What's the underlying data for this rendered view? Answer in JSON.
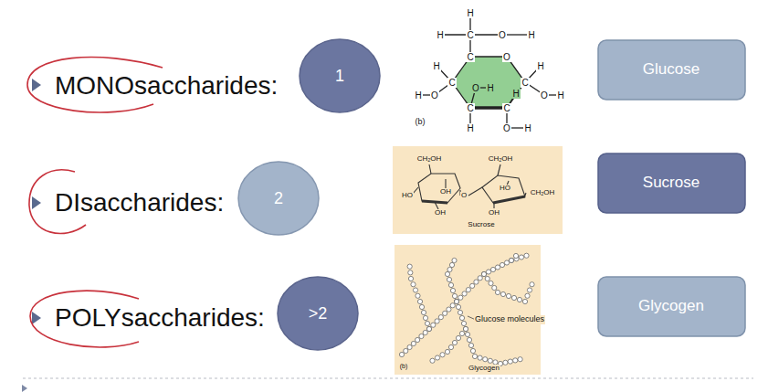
{
  "diagram": {
    "nodes": [
      {
        "text": [
          "1"
        ]
      },
      {
        "text": [
          "Glucose"
        ]
      },
      {
        "text": [
          "2"
        ]
      },
      {
        "text": [
          "Sucrose"
        ]
      },
      {
        "text": [
          ">2"
        ]
      },
      {
        "text": [
          "Glycogen"
        ]
      }
    ],
    "labels": [
      "MONOsaccharides:",
      "H",
      "H",
      "C",
      "O",
      "H",
      "C",
      "O",
      "C",
      "C",
      "C",
      "C",
      "H",
      "O",
      "H",
      "H",
      "O",
      "H",
      "O",
      "H",
      "H",
      "H",
      "O",
      "H",
      "(b)",
      "DIsaccharides:",
      "CH₂OH",
      "CH₂OH",
      "OH",
      "HO",
      "O",
      "HO",
      "CH₂OH",
      "OH",
      "OH",
      "Sucrose",
      "POLYsaccharides:",
      "Glucose molecules",
      "(b)",
      "Glycogen"
    ]
  }
}
